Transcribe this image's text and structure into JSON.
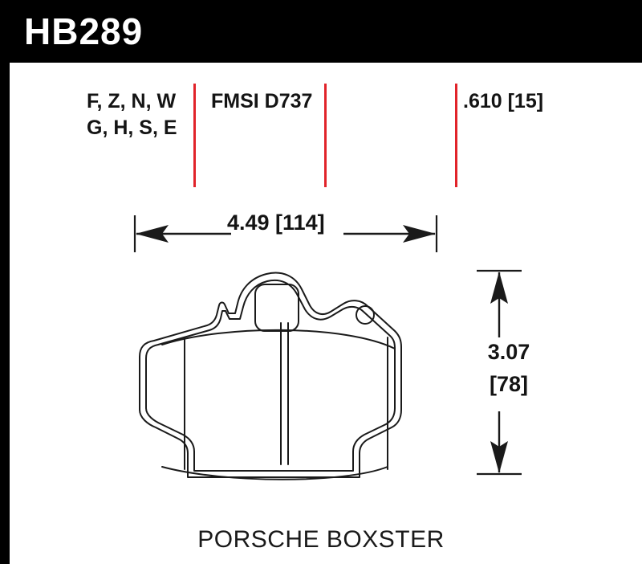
{
  "header": {
    "part_number": "HB289",
    "background_color": "#000000",
    "text_color": "#ffffff"
  },
  "accent_color": "#e1232a",
  "specs": {
    "compound_codes_line1": "F, Z, N, W",
    "compound_codes_line2": "G, H, S, E",
    "fmsi": "FMSI D737",
    "thickness": ".610 [15]"
  },
  "dimensions": {
    "width_label": "4.49 [114]",
    "width_inches": 4.49,
    "width_mm": 114,
    "height_label_line1": "3.07",
    "height_label_line2": "[78]",
    "height_inches": 3.07,
    "height_mm": 78,
    "thickness_inches": 0.61,
    "thickness_mm": 15
  },
  "vehicle": {
    "name": "PORSCHE BOXSTER"
  },
  "drawing": {
    "title": "brake-pad-outline"
  }
}
